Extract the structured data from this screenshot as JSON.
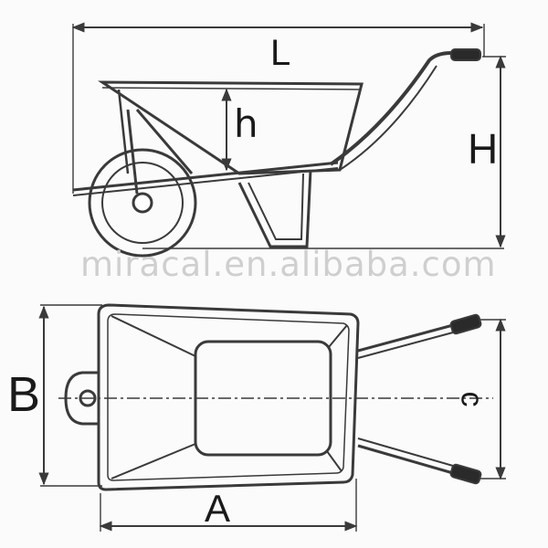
{
  "watermark": "miracal.en.alibaba.com",
  "labels": {
    "L": "L",
    "h": "h",
    "H": "H",
    "B": "B",
    "A": "A",
    "C": "c"
  },
  "colors": {
    "line": "#3a3a3a",
    "watermark": "#cfcfcf",
    "background": "#fbfbfb"
  }
}
